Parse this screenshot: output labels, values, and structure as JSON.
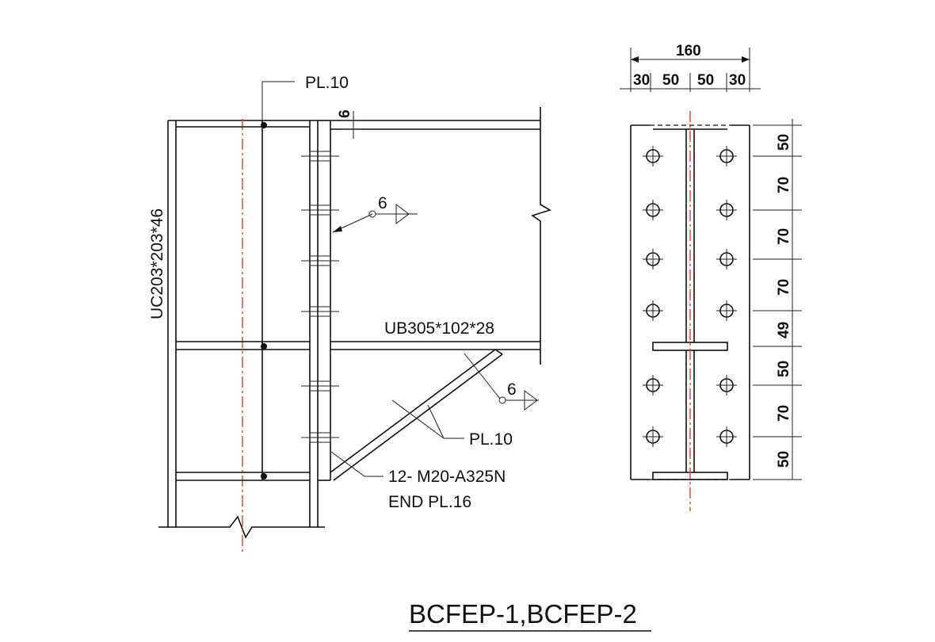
{
  "title": "BCFEP-1,BCFEP-2",
  "elevation": {
    "column_label": "UC203*203*46",
    "beam_label": "UB305*102*28",
    "stiffener_label": "PL.10",
    "brace_plate_label": "PL.10",
    "weld_size_1": "6",
    "weld_size_2": "6",
    "bolt_note_line1": "12- M20-A325N",
    "bolt_note_line2": "END PL.16",
    "flange_thickness": "6"
  },
  "end_plate": {
    "overall_width": "160",
    "horizontal_dims": [
      "30",
      "50",
      "50",
      "30"
    ],
    "vertical_dims": [
      "50",
      "70",
      "70",
      "70",
      "49",
      "50",
      "70",
      "50"
    ]
  },
  "colors": {
    "line": "#111111",
    "centerline": "#e0431f",
    "background": "#ffffff"
  },
  "icons": [
    "weld-symbol-icon",
    "bolt-hole-icon",
    "break-line-icon"
  ]
}
